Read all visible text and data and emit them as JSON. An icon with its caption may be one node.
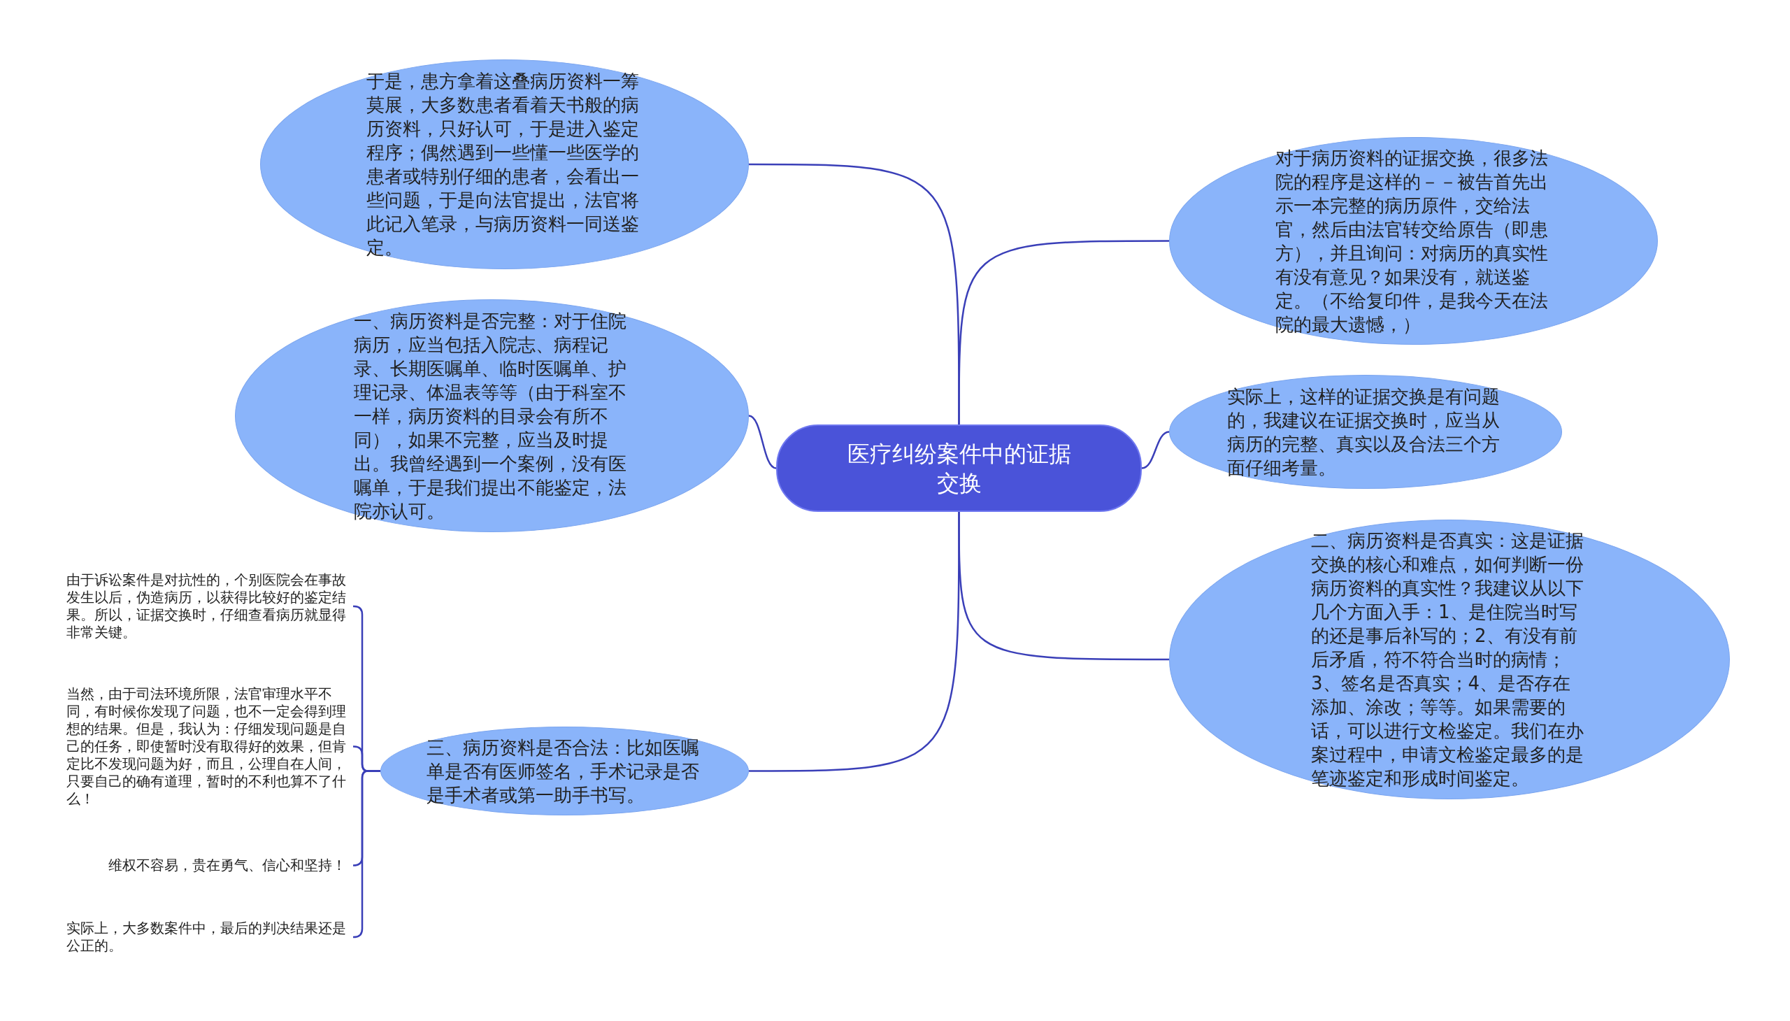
{
  "diagram": {
    "nodes": [
      {
        "text": [
          "医疗纠纷案件中的证据交换"
        ]
      },
      {
        "text": [
          "于是，患方拿着这叠病历资料一筹莫展，大多数患者看着天书般的病历资料，只好认可，于是进入鉴定程序；偶然遇到一些懂一些医学的患者或特别仔细的患者，会看出一些问题，于是向法官提出，法官将此记入笔录，与病历资料一同送鉴定。"
        ]
      },
      {
        "text": [
          "一、病历资料是否完整：对于住院病历，应当包括入院志、病程记录、长期医嘱单、临时医嘱单、护理记录、体温表等等（由于科室不一样，病历资料的目录会有所不同），如果不完整，应当及时提出。我曾经遇到一个案例，没有医嘱单，于是我们提出不能鉴定，法院亦认可。"
        ]
      },
      {
        "text": [
          "三、病历资料是否合法：比如医嘱单是否有医师签名，手术记录是否是手术者或第一助手书写。"
        ]
      },
      {
        "text": [
          "对于病历资料的证据交换，很多法院的程序是这样的－－被告首先出示一本完整的病历原件，交给法官，然后由法官转交给原告（即患方），并且询问：对病历的真实性有没有意见？如果没有，就送鉴定。（不给复印件，是我今天在法院的最大遗憾，）"
        ]
      },
      {
        "text": [
          "实际上，这样的证据交换是有问题的，我建议在证据交换时，应当从病历的完整、真实以及合法三个方面仔细考量。"
        ]
      },
      {
        "text": [
          "二、病历资料是否真实：这是证据交换的核心和难点，如何判断一份病历资料的真实性？我建议从以下几个方面入手：1、是住院当时写的还是事后补写的；2、有没有前后矛盾，符不符合当时的病情；3、签名是否真实；4、是否存在添加、涂改；等等。如果需要的话，可以进行文检鉴定。我们在办案过程中，申请文检鉴定最多的是笔迹鉴定和形成时间鉴定。"
        ]
      },
      {
        "text": [
          "由于诉讼案件是对抗性的，个别医院会在事故发生以后，伪造病历，以获得比较好的鉴定结果。所以，证据交换时，仔细查看病历就显得非常关键。"
        ]
      },
      {
        "text": [
          "当然，由于司法环境所限，法官审理水平不同，有时候你发现了问题，也不一定会得到理想的结果。但是，我认为：仔细发现问题是自己的任务，即使暂时没有取得好的效果，但肯定比不发现问题为好，而且，公理自在人间，只要自己的确有道理，暂时的不利也算不了什么！"
        ]
      },
      {
        "text": [
          "维权不容易，贵在勇气、信心和坚持！"
        ]
      },
      {
        "text": [
          "实际上，大多数案件中，最后的判决结果还是公正的。"
        ]
      }
    ],
    "edges": [
      {
        "from": 0,
        "to": 1,
        "arrow": "none"
      },
      {
        "from": 0,
        "to": 2,
        "arrow": "none"
      },
      {
        "from": 0,
        "to": 3,
        "arrow": "none"
      },
      {
        "from": 0,
        "to": 4,
        "arrow": "none"
      },
      {
        "from": 0,
        "to": 5,
        "arrow": "none"
      },
      {
        "from": 0,
        "to": 6,
        "arrow": "none"
      },
      {
        "from": 3,
        "to": 7,
        "arrow": "none"
      },
      {
        "from": 3,
        "to": 8,
        "arrow": "none"
      },
      {
        "from": 3,
        "to": 9,
        "arrow": "none"
      },
      {
        "from": 3,
        "to": 10,
        "arrow": "none"
      }
    ]
  }
}
